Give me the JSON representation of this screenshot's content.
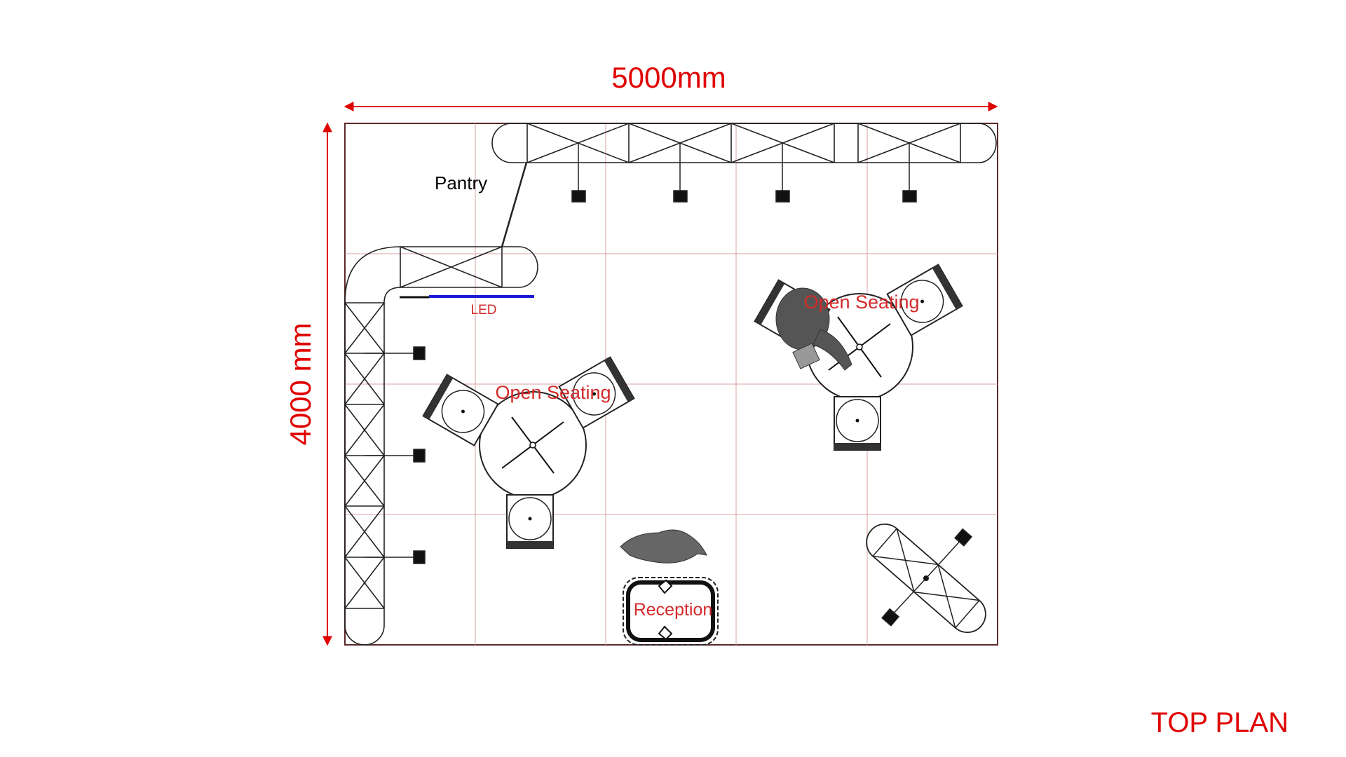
{
  "dimensions": {
    "width_label": "5000mm",
    "depth_label": "4000 mm"
  },
  "labels": {
    "pantry": "Pantry",
    "led": "LED",
    "open_seating_left": "Open Seating",
    "open_seating_right": "Open Seating",
    "reception": "Reception"
  },
  "footer": {
    "title": "TOP PLAN"
  },
  "colors": {
    "dimension": "#e00000",
    "grid": "#d9a0a0",
    "led_strip": "#1a1ad6",
    "outline": "#5a2a2a"
  }
}
